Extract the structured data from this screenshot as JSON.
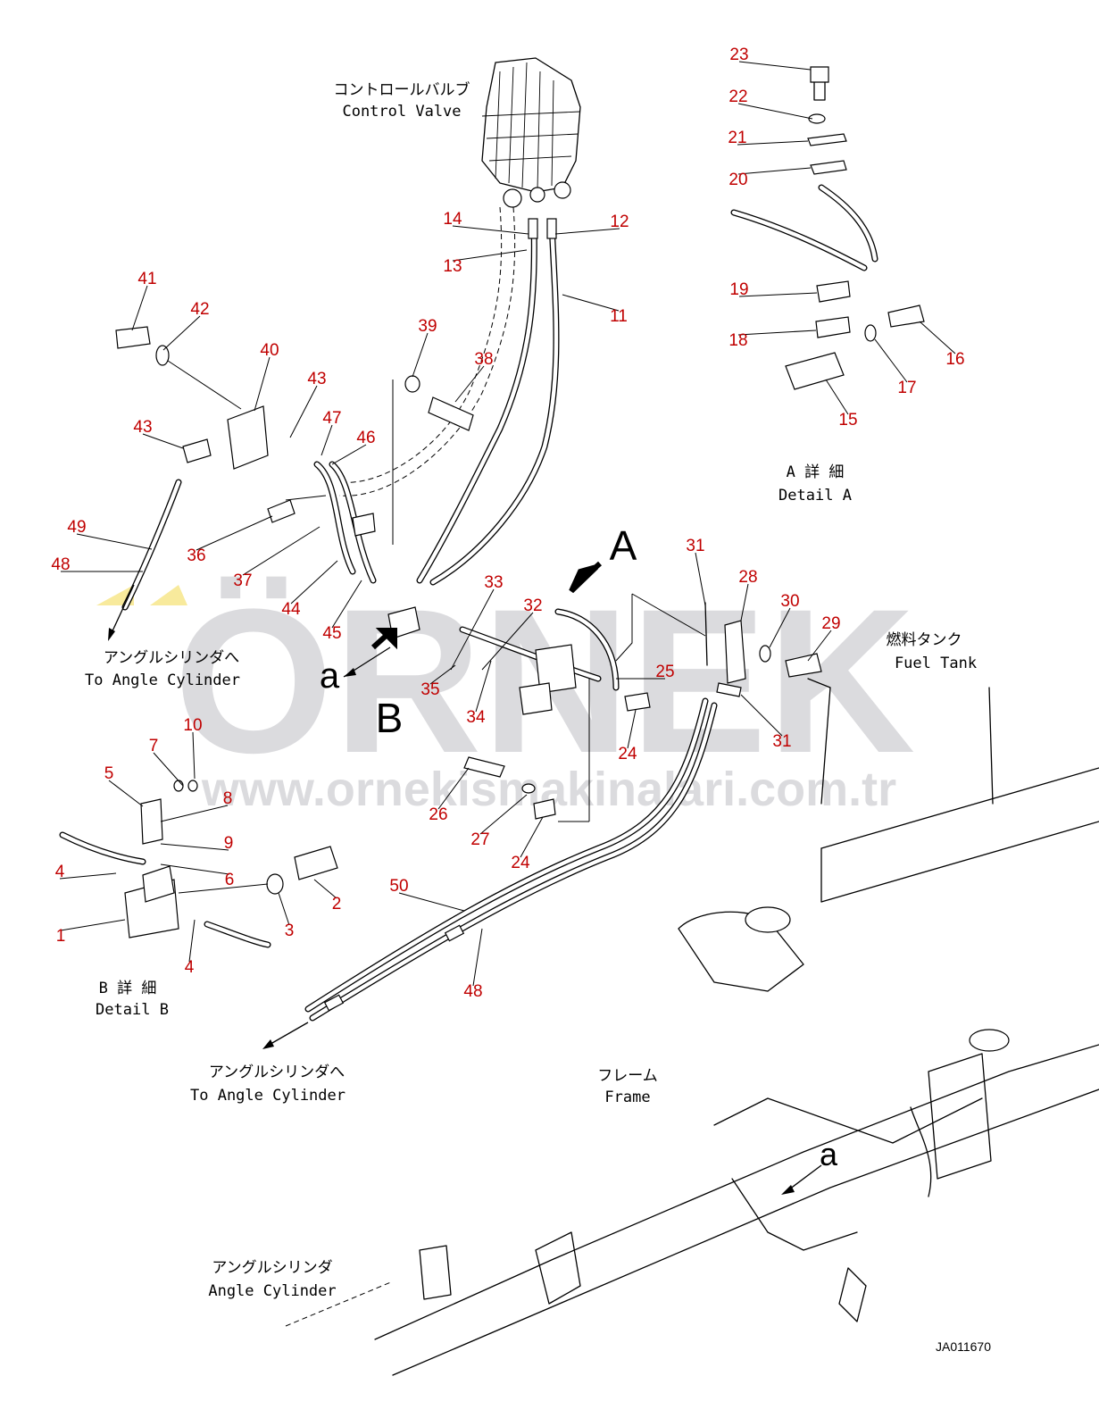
{
  "callouts": [
    {
      "n": "1"
    },
    {
      "n": "2"
    },
    {
      "n": "3"
    },
    {
      "n": "4"
    },
    {
      "n": "4"
    },
    {
      "n": "5"
    },
    {
      "n": "6"
    },
    {
      "n": "7"
    },
    {
      "n": "8"
    },
    {
      "n": "9"
    },
    {
      "n": "10"
    },
    {
      "n": "11"
    },
    {
      "n": "12"
    },
    {
      "n": "13"
    },
    {
      "n": "14"
    },
    {
      "n": "15"
    },
    {
      "n": "16"
    },
    {
      "n": "17"
    },
    {
      "n": "18"
    },
    {
      "n": "19"
    },
    {
      "n": "20"
    },
    {
      "n": "21"
    },
    {
      "n": "22"
    },
    {
      "n": "23"
    },
    {
      "n": "24"
    },
    {
      "n": "24"
    },
    {
      "n": "25"
    },
    {
      "n": "26"
    },
    {
      "n": "27"
    },
    {
      "n": "28"
    },
    {
      "n": "29"
    },
    {
      "n": "30"
    },
    {
      "n": "31"
    },
    {
      "n": "31"
    },
    {
      "n": "32"
    },
    {
      "n": "33"
    },
    {
      "n": "34"
    },
    {
      "n": "35"
    },
    {
      "n": "36"
    },
    {
      "n": "37"
    },
    {
      "n": "38"
    },
    {
      "n": "39"
    },
    {
      "n": "40"
    },
    {
      "n": "41"
    },
    {
      "n": "42"
    },
    {
      "n": "43"
    },
    {
      "n": "43"
    },
    {
      "n": "44"
    },
    {
      "n": "45"
    },
    {
      "n": "46"
    },
    {
      "n": "47"
    },
    {
      "n": "48"
    },
    {
      "n": "48"
    },
    {
      "n": "49"
    },
    {
      "n": "50"
    }
  ],
  "labels": {
    "control_valve_jp": "コントロールバルブ",
    "control_valve_en": "Control Valve",
    "detail_a_jp": "A 詳 細",
    "detail_a_en": "Detail A",
    "detail_b_jp": "B 詳 細",
    "detail_b_en": "Detail B",
    "to_angle_cyl_jp_1": "アングルシリンダへ",
    "to_angle_cyl_en_1": "To Angle Cylinder",
    "to_angle_cyl_jp_2": "アングルシリンダへ",
    "to_angle_cyl_en_2": "To Angle Cylinder",
    "fuel_tank_jp": "燃料タンク",
    "fuel_tank_en": "Fuel Tank",
    "frame_jp": "フレーム",
    "frame_en": "Frame",
    "angle_cyl_jp": "アングルシリンダ",
    "angle_cyl_en": "Angle Cylinder",
    "view_a_upper": "A",
    "view_b_upper": "B",
    "view_a_lower": "a",
    "view_a_lower_2": "a",
    "drawing_code": "JA011670"
  },
  "watermark": {
    "brand": "ÖRNEK",
    "url": "www.ornekismakinalari.com.tr",
    "color": "#8f8f99",
    "accent": "#f2d84a"
  },
  "colors": {
    "callout": "#c00000",
    "line": "#000000"
  }
}
